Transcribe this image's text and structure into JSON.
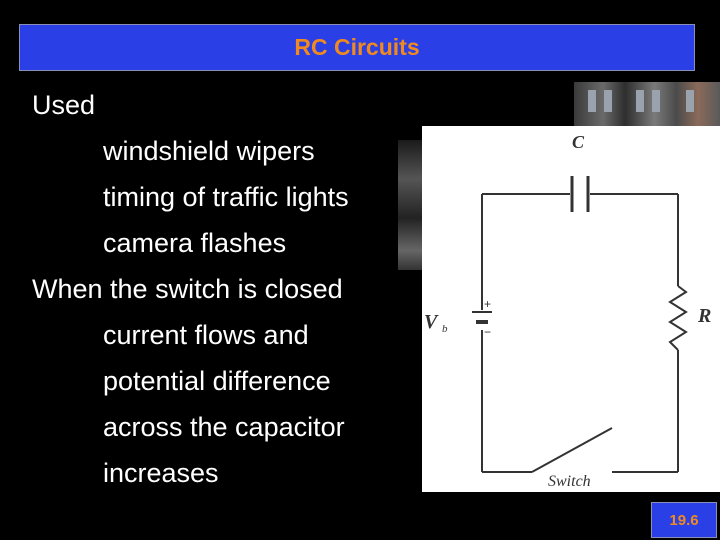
{
  "slide": {
    "title": "RC Circuits",
    "slide_number": "19.6"
  },
  "body": {
    "lines": [
      {
        "text": "Used",
        "indent": false
      },
      {
        "text": "windshield wipers",
        "indent": true
      },
      {
        "text": "timing of traffic lights",
        "indent": true
      },
      {
        "text": "camera flashes",
        "indent": true
      },
      {
        "text": "When the switch is closed",
        "indent": false
      },
      {
        "text": "current flows and",
        "indent": true
      },
      {
        "text": "potential difference",
        "indent": true
      },
      {
        "text": "across the capacitor",
        "indent": true
      },
      {
        "text": "increases",
        "indent": true
      }
    ]
  },
  "circuit": {
    "capacitor_label": "C",
    "resistor_label": "R",
    "battery_label": "V",
    "battery_subscript": "b",
    "plus_sign": "+",
    "minus_sign": "−",
    "switch_label": "Switch"
  },
  "colors": {
    "title_bar": "#2a3fe6",
    "title_text": "#f08a1e",
    "body_text": "#ffffff",
    "background": "#000000"
  }
}
